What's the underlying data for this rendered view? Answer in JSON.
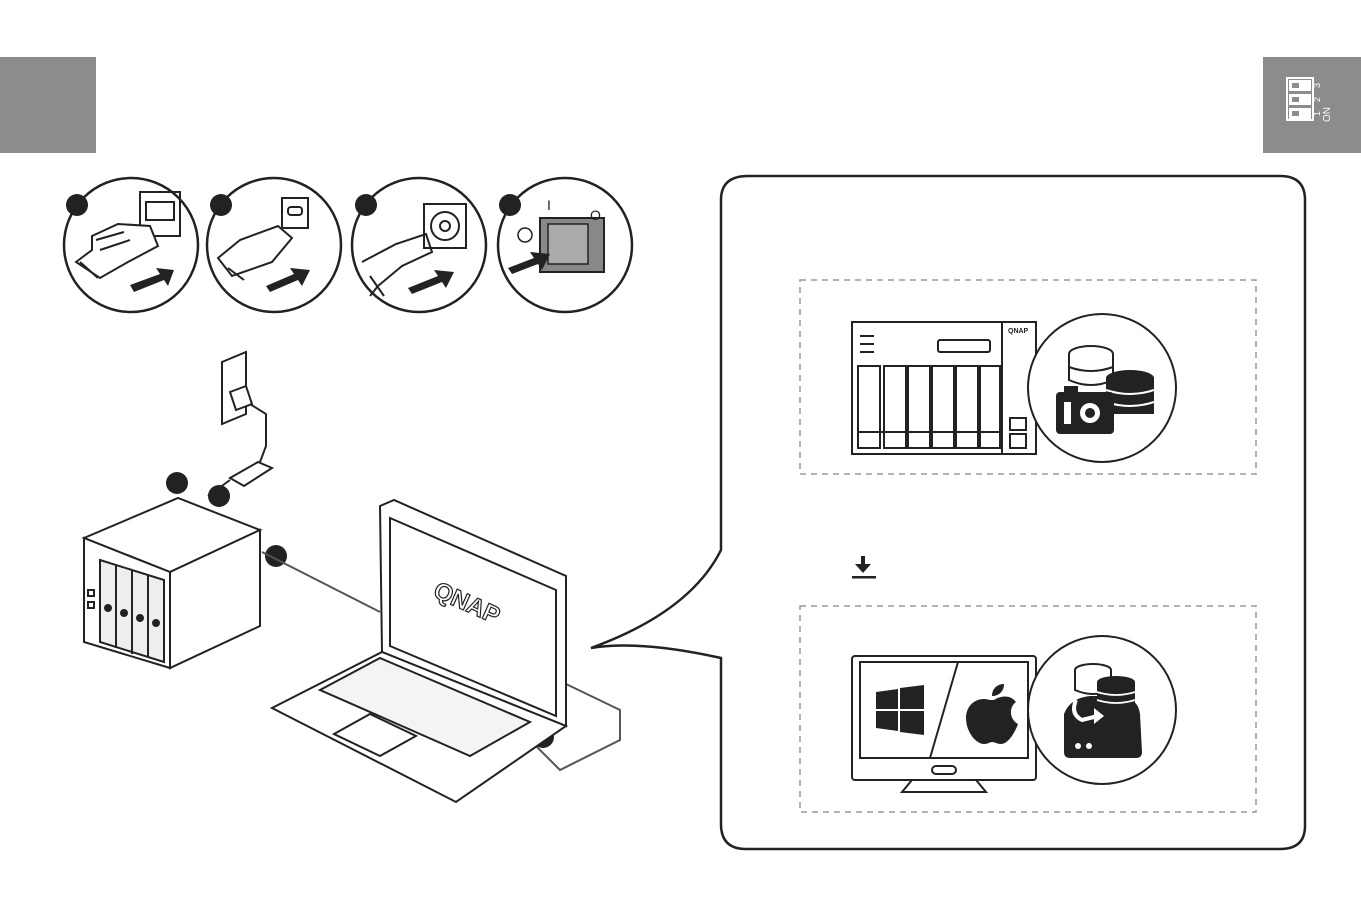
{
  "brand": {
    "laptop_logo": "QNAP",
    "nas_badge": "QNAP"
  },
  "dip_switch": {
    "numbers": [
      "1",
      "2",
      "3"
    ],
    "on_label": "ON"
  },
  "power_switch": {
    "on_symbol": "I",
    "off_symbol": "O"
  },
  "icons": [
    "usb-a-port-icon",
    "usb-c-port-icon",
    "dc-power-port-icon",
    "power-switch-icon",
    "download-icon",
    "windows-logo-icon",
    "apple-logo-icon",
    "database-snapshot-icon",
    "database-restore-icon"
  ]
}
